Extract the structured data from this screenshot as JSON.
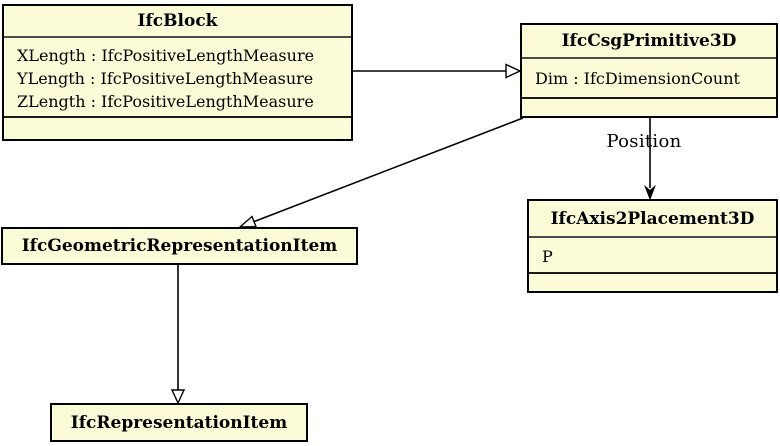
{
  "diagram_type": "uml-class-diagram",
  "colors": {
    "background": "#ffffff",
    "class_fill": "#fbfbd7",
    "class_border": "#000000",
    "line": "#000000"
  },
  "classes": [
    {
      "name": "IfcBlock",
      "attributes": [
        "XLength : IfcPositiveLengthMeasure",
        "YLength : IfcPositiveLengthMeasure",
        "ZLength : IfcPositiveLengthMeasure"
      ]
    },
    {
      "name": "IfcCsgPrimitive3D",
      "attributes": [
        "Dim : IfcDimensionCount"
      ]
    },
    {
      "name": "IfcAxis2Placement3D",
      "attributes": [
        "P"
      ]
    },
    {
      "name": "IfcGeometricRepresentationItem",
      "attributes": []
    },
    {
      "name": "IfcRepresentationItem",
      "attributes": []
    }
  ],
  "relationships": [
    {
      "type": "generalization",
      "from": "IfcBlock",
      "to": "IfcCsgPrimitive3D",
      "label": ""
    },
    {
      "type": "generalization",
      "from": "IfcCsgPrimitive3D",
      "to": "IfcGeometricRepresentationItem",
      "label": ""
    },
    {
      "type": "association",
      "from": "IfcCsgPrimitive3D",
      "to": "IfcAxis2Placement3D",
      "label": "Position"
    },
    {
      "type": "generalization",
      "from": "IfcGeometricRepresentationItem",
      "to": "IfcRepresentationItem",
      "label": ""
    }
  ]
}
